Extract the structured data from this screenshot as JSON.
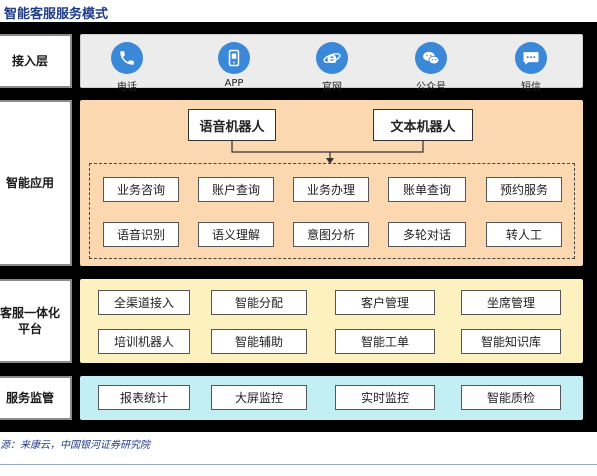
{
  "title": "智能客服服务模式",
  "layers": {
    "access": {
      "label": "接入层",
      "channels": [
        {
          "label": "电话",
          "icon": "phone-icon"
        },
        {
          "label": "APP",
          "icon": "mobile-app-icon"
        },
        {
          "label": "官网",
          "icon": "browser-icon"
        },
        {
          "label": "公众号",
          "icon": "wechat-icon"
        },
        {
          "label": "短信",
          "icon": "sms-icon"
        }
      ]
    },
    "application": {
      "label": "智能应用",
      "robots": [
        "语音机器人",
        "文本机器人"
      ],
      "services_row1": [
        "业务咨询",
        "账户查询",
        "业务办理",
        "账单查询",
        "预约服务"
      ],
      "services_row2": [
        "语音识别",
        "语义理解",
        "意图分析",
        "多轮对话",
        "转人工"
      ]
    },
    "platform": {
      "label": "客服一体化平台",
      "label_line1": "客服一体化",
      "label_line2": "平台",
      "row1": [
        "全渠道接入",
        "智能分配",
        "客户管理",
        "坐席管理"
      ],
      "row2": [
        "培训机器人",
        "智能辅助",
        "智能工单",
        "智能知识库"
      ]
    },
    "supervision": {
      "label": "服务监管",
      "items": [
        "报表统计",
        "大屏监控",
        "实时监控",
        "智能质检"
      ]
    }
  },
  "source": "源：来康云，中国银河证券研究院",
  "colors": {
    "access_bg": "#ececec",
    "application_bg": "#fbd8b0",
    "platform_bg": "#fdf1bf",
    "supervision_bg": "#c2eff4",
    "icon_blue": "#3b88d9"
  }
}
